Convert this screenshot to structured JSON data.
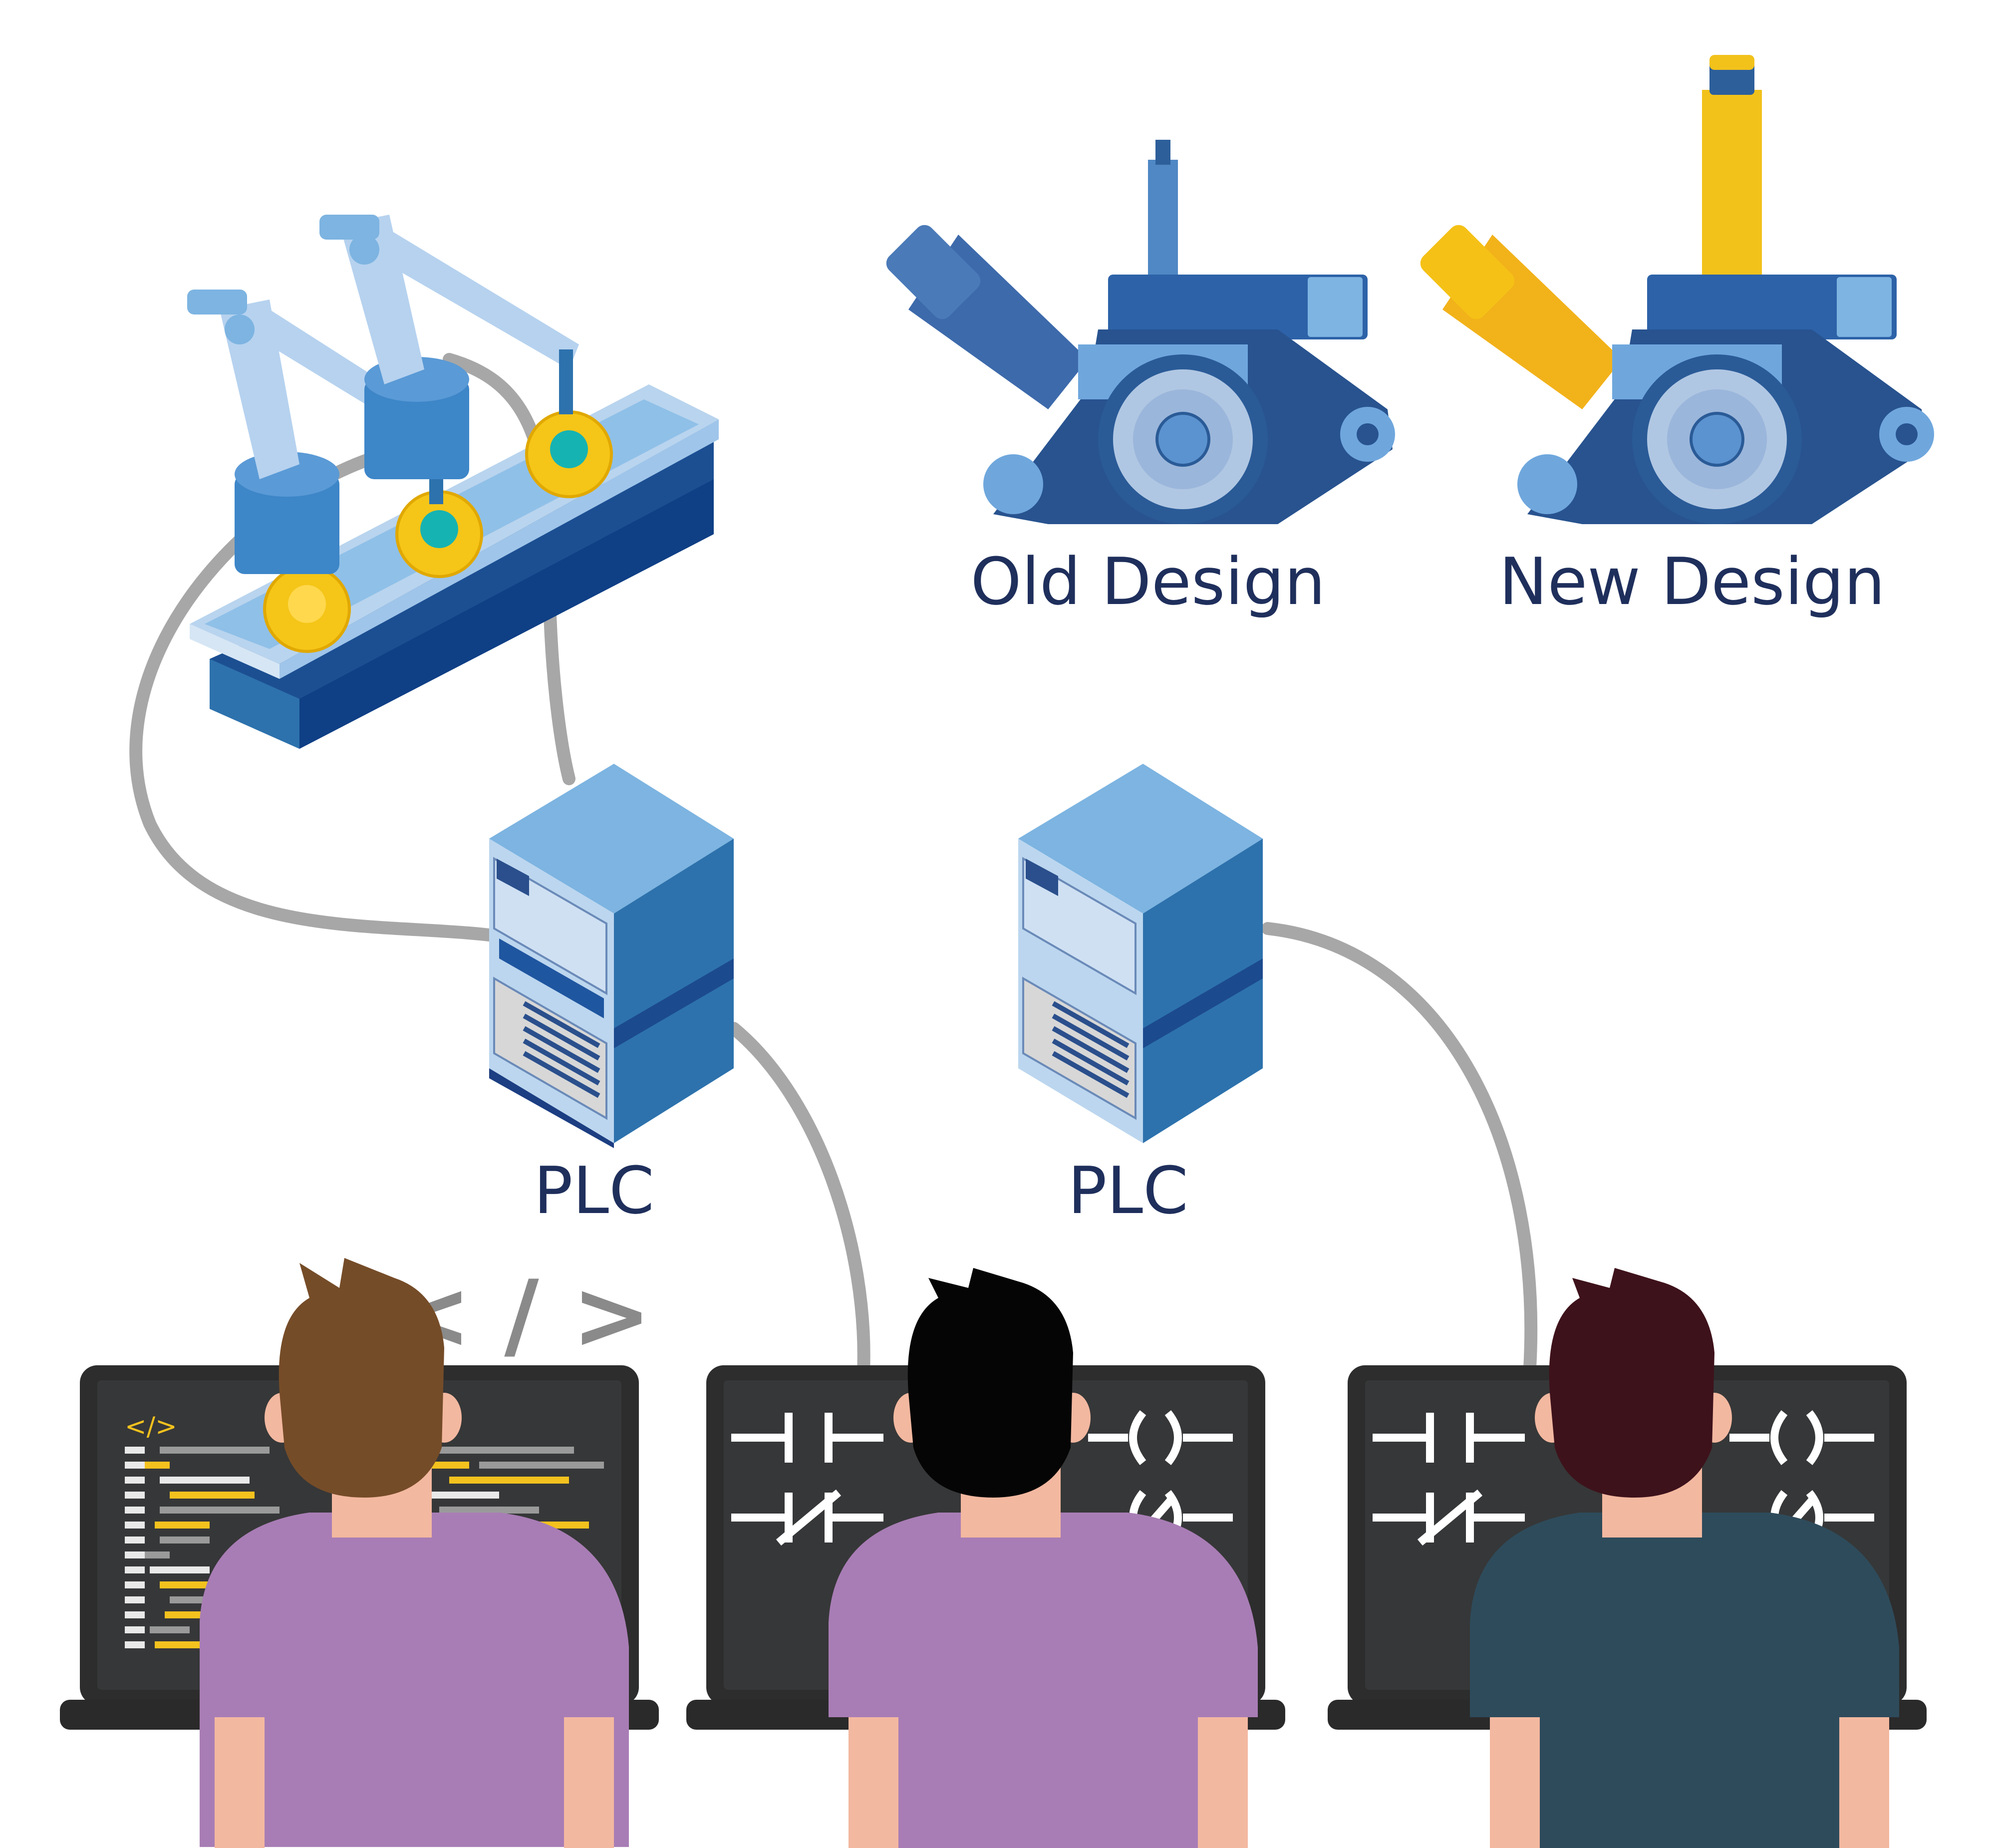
{
  "labels": {
    "old_design": "Old Design",
    "new_design": "New Design",
    "plc_left": "PLC",
    "plc_right": "PLC",
    "code_symbol": "< / >",
    "code_tag": "</>"
  },
  "colors": {
    "text": "#1f2f5c",
    "cable": "#a7a7a7",
    "screen": "#333333",
    "laptop_base": "#2a2a2a",
    "code_yellow": "#f4c21e",
    "code_grey": "#9a9a9a",
    "code_white": "#e9e9e9",
    "blue_light": "#7db4e1",
    "blue_mid": "#2d72ad",
    "blue_dark": "#1c3e82",
    "blue_pale": "#b9d4ee",
    "gear": "#f5c518",
    "shirt_purple": "#a87db5",
    "shirt_teal": "#2e4b5b",
    "skin": "#f3b8a0",
    "hair_brown": "#754c28",
    "hair_black": "#050505",
    "hair_maroon": "#3e121b"
  },
  "icons": [
    "robot-arm-icon",
    "gear-icon",
    "conveyor-icon",
    "engine-part-icon",
    "plc-server-icon",
    "laptop-icon",
    "person-icon",
    "ladder-contact-icon",
    "ladder-coil-icon"
  ]
}
